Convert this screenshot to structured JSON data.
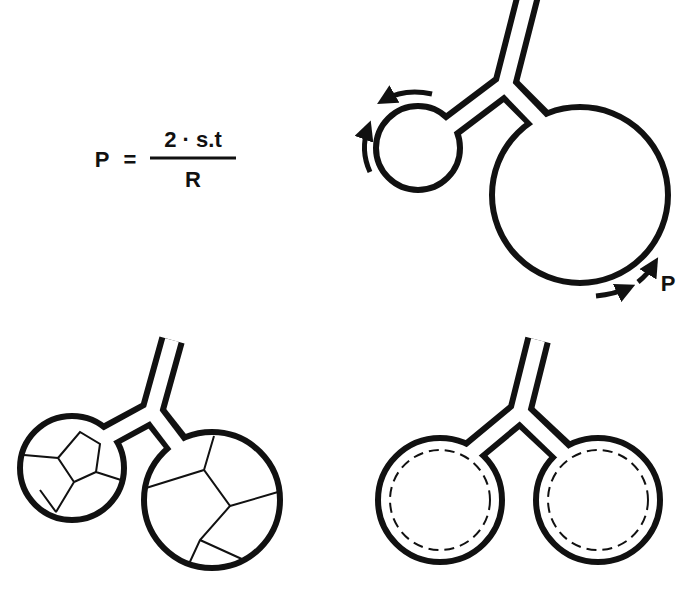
{
  "diagram": {
    "labels": [
      "P",
      "=",
      "2 · s.t",
      "R",
      "P"
    ]
  }
}
